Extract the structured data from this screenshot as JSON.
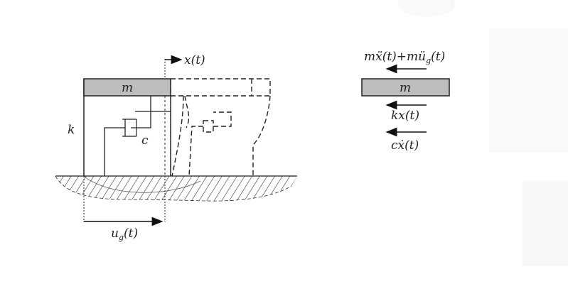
{
  "colors": {
    "ink": "#222222",
    "mass_fill": "#bdbdbd",
    "background": "#ffffff",
    "faint": "#ececec"
  },
  "model": {
    "mass_label": "m",
    "spring_label": "k",
    "damper_label": "c",
    "displacement_label_main": "x",
    "displacement_label_arg": "(t)",
    "ground_label_main": "u",
    "ground_label_sub": "g",
    "ground_label_arg": "(t)"
  },
  "free_body": {
    "inertia_force": {
      "part1": "mẍ(t)+mü",
      "sub": "g",
      "part2": "(t)"
    },
    "mass_label": "m",
    "spring_force": "kx(t)",
    "damping_force": "cẋ(t)"
  },
  "icons": [
    "arrow-right-icon",
    "arrow-left-icon"
  ]
}
